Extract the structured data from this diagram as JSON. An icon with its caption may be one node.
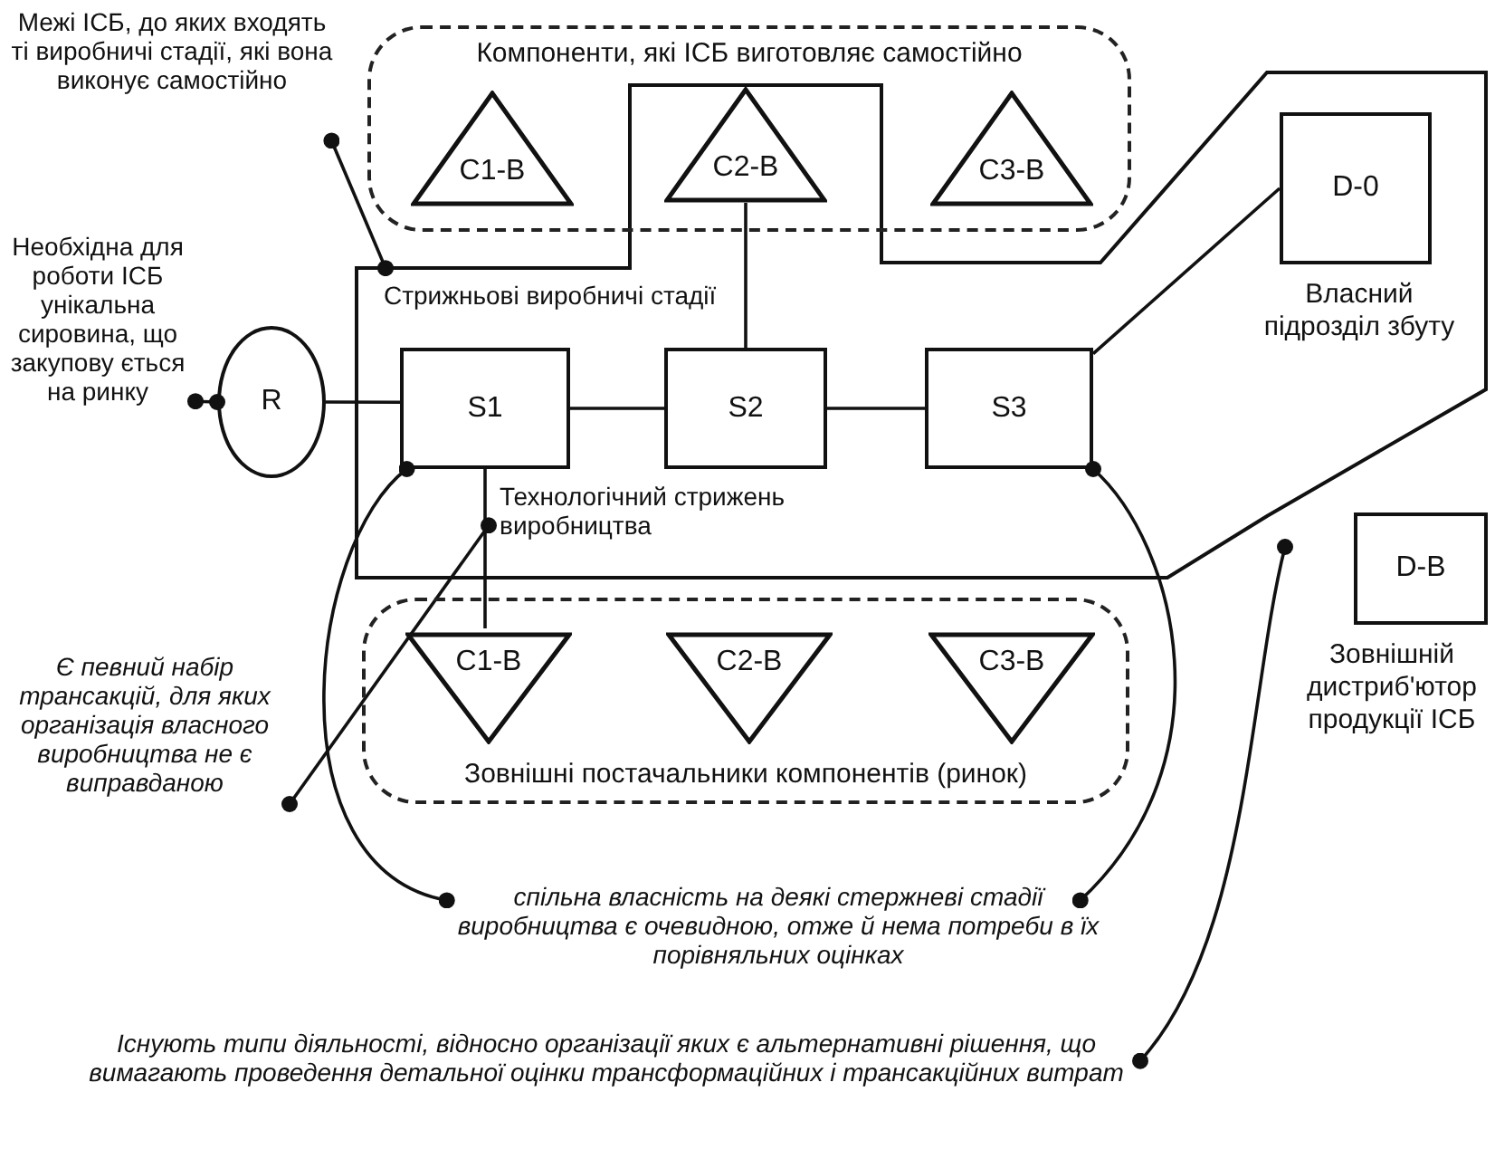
{
  "diagram": {
    "nodes": [
      {
        "text": [
          "Межі ІСБ, до яких входять ті виробничі стадії, які вона виконує самостійно"
        ]
      },
      {
        "text": [],
        "shape": "polygon"
      },
      {
        "text": [
          "Компоненти, які ІСБ виготовляє самостійно"
        ]
      },
      {
        "text": [
          "C1-B"
        ],
        "in": 2
      },
      {
        "text": [
          "C2-B"
        ]
      },
      {
        "text": [
          "C3-B"
        ],
        "in": 2
      },
      {
        "text": [
          "D-0"
        ],
        "beside": [
          "Власний підрозділ збуту"
        ],
        "in": 1
      },
      {
        "text": [
          "Необхідна для роботи ІСБ унікальна сировина, що закупову ється на ринку"
        ]
      },
      {
        "text": [
          "R"
        ]
      },
      {
        "text": [
          "S1"
        ],
        "in": 1
      },
      {
        "text": [
          "S2"
        ],
        "in": 1
      },
      {
        "text": [
          "S3"
        ],
        "in": 1
      },
      {
        "text": [
          "Технологічний стрижень виробництва"
        ],
        "in": 1
      },
      {
        "text": [
          "Є певний набір трансакцій, для яких організація власного виробництва не є виправданою"
        ]
      },
      {
        "text": [
          "Зовнішні постачальники компонентів (ринок)"
        ]
      },
      {
        "text": [
          "C1-B"
        ],
        "in": 14
      },
      {
        "text": [
          "C2-B"
        ],
        "in": 14
      },
      {
        "text": [
          "C3-B"
        ],
        "in": 14
      },
      {
        "text": [
          "D-B"
        ],
        "beside": [
          "Зовнішній дистриб'ютор продукції ІСБ"
        ]
      },
      {
        "text": [
          "спільна власність на деякі стержневі стадії виробництва є очевидною, отже й нема потреби в їх порівняльних оцінках"
        ]
      },
      {
        "text": [
          "Існують типи діяльності, відносно організації яких є альтернативні рішення, що вимагають проведення детальної оцінки трансформаційних і трансакційних витрат"
        ]
      }
    ],
    "edges": [
      {
        "from": 0,
        "to": 1,
        "arrow": "other"
      },
      {
        "from": 7,
        "to": 8,
        "arrow": "other"
      },
      {
        "from": 8,
        "to": 9,
        "arrow": "none"
      },
      {
        "from": 9,
        "to": 10,
        "arrow": "none"
      },
      {
        "from": 10,
        "to": 11,
        "arrow": "none"
      },
      {
        "from": 11,
        "to": 6,
        "arrow": "none"
      },
      {
        "from": 4,
        "to": 10,
        "arrow": "none"
      },
      {
        "from": 9,
        "to": 15,
        "arrow": "none"
      },
      {
        "from": 13,
        "to": 12,
        "arrow": "other"
      },
      {
        "from": 19,
        "to": 9,
        "arrow": "other"
      },
      {
        "from": 19,
        "to": 11,
        "arrow": "other"
      },
      {
        "from": 20,
        "to": 1,
        "arrow": "other"
      }
    ],
    "labels": [
      "Стрижньові виробничі стадії"
    ]
  }
}
